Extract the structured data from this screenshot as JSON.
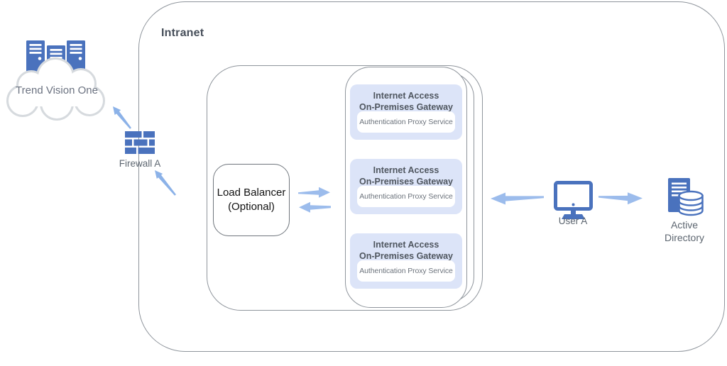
{
  "diagram": {
    "intranet_label": "Intranet",
    "cloud": {
      "label": "Trend Vision One"
    },
    "firewall": {
      "label": "Firewall A"
    },
    "load_balancer": {
      "line1": "Load Balancer",
      "line2": "(Optional)"
    },
    "gateways": [
      {
        "title_line1": "Internet Access",
        "title_line2": "On-Premises Gateway",
        "service": "Authentication Proxy Service"
      },
      {
        "title_line1": "Internet Access",
        "title_line2": "On-Premises Gateway",
        "service": "Authentication Proxy Service"
      },
      {
        "title_line1": "Internet Access",
        "title_line2": "On-Premises Gateway",
        "service": "Authentication Proxy Service"
      }
    ],
    "user": {
      "label": "User A"
    },
    "active_directory": {
      "line1": "Active",
      "line2": "Directory"
    },
    "colors": {
      "icon_blue": "#4a72bd",
      "arrow_blue": "#9cbcec",
      "diagonal_arrow_blue": "#8cb2e8",
      "card_bg": "#dce4f8",
      "card_title_text": "#4f565f",
      "service_text": "#6d747d",
      "label_text": "#5d6670",
      "boundary_border": "#8f959c",
      "cloud_border": "#d6dade",
      "intranet_label_text": "#474f5a"
    }
  }
}
